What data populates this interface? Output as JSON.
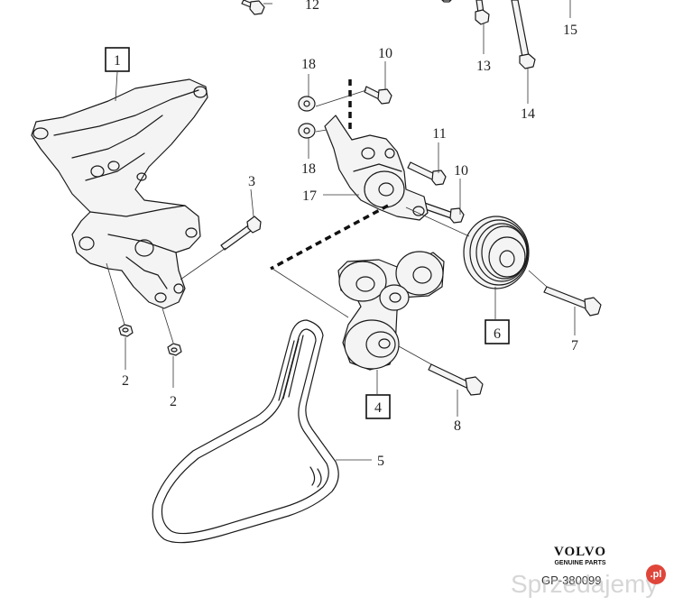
{
  "callouts": {
    "c1": "1",
    "c2a": "2",
    "c2b": "2",
    "c3": "3",
    "c4": "4",
    "c5": "5",
    "c6": "6",
    "c7": "7",
    "c8": "8",
    "c10a": "10",
    "c10b": "10",
    "c11": "11",
    "c12": "12",
    "c13": "13",
    "c14": "14",
    "c15": "15",
    "c17": "17",
    "c18a": "18",
    "c18b": "18"
  },
  "brand": {
    "name": "VOLVO",
    "subtitle": "GENUINE PARTS",
    "drawing_number": "GP-380099"
  },
  "watermark": {
    "text": "Sprzedajemy",
    "badge": ".pl"
  },
  "colors": {
    "ink": "#1a1a1a",
    "watermark_badge": "#e0453a"
  }
}
